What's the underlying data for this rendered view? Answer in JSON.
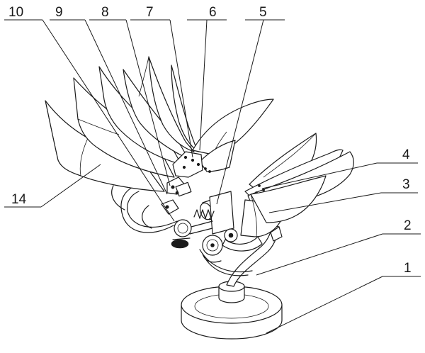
{
  "figure": {
    "callouts": [
      {
        "id": "c10",
        "text": "10"
      },
      {
        "id": "c9",
        "text": "9"
      },
      {
        "id": "c8",
        "text": "8"
      },
      {
        "id": "c7",
        "text": "7"
      },
      {
        "id": "c6",
        "text": "6"
      },
      {
        "id": "c5",
        "text": "5"
      },
      {
        "id": "c4",
        "text": "4"
      },
      {
        "id": "c3",
        "text": "3"
      },
      {
        "id": "c2",
        "text": "2"
      },
      {
        "id": "c1",
        "text": "1"
      },
      {
        "id": "c14",
        "text": "14"
      }
    ]
  }
}
